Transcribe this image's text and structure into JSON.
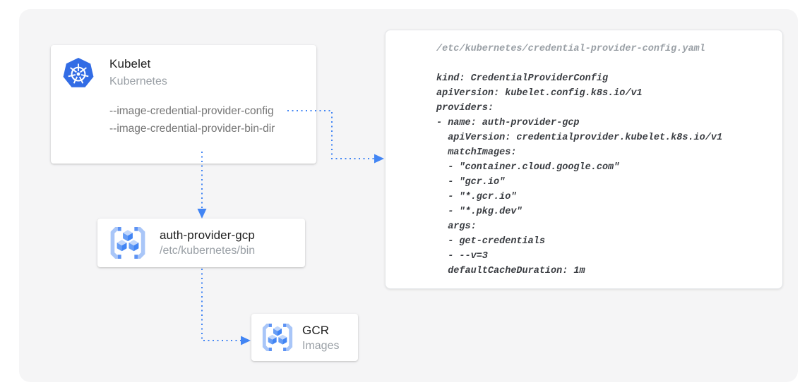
{
  "nodes": {
    "kubelet": {
      "icon": "kubernetes-icon",
      "title": "Kubelet",
      "subtitle": "Kubernetes",
      "flags": [
        "--image-credential-provider-config",
        "--image-credential-provider-bin-dir"
      ]
    },
    "auth_provider": {
      "icon": "gcr-icon",
      "title": "auth-provider-gcp",
      "subtitle": "/etc/kubernetes/bin"
    },
    "gcr": {
      "icon": "gcr-icon",
      "title": "GCR",
      "subtitle": "Images"
    }
  },
  "code_panel": {
    "title": "/etc/kubernetes/credential-provider-config.yaml",
    "lines": [
      "kind: CredentialProviderConfig",
      "apiVersion: kubelet.config.k8s.io/v1",
      "providers:",
      "- name: auth-provider-gcp",
      "  apiVersion: credentialprovider.kubelet.k8s.io/v1",
      "  matchImages:",
      "  - \"container.cloud.google.com\"",
      "  - \"gcr.io\"",
      "  - \"*.gcr.io\"",
      "  - \"*.pkg.dev\"",
      "  args:",
      "  - get-credentials",
      "  - --v=3",
      "  defaultCacheDuration: 1m"
    ]
  },
  "colors": {
    "arrow_blue": "#4285f4",
    "kubernetes_blue": "#326ce5",
    "panel_bg": "#f5f5f6",
    "card_title": "#212121",
    "muted_gray": "#9aa0a6",
    "flag_gray": "#757575",
    "code_text": "#3a3d42"
  }
}
